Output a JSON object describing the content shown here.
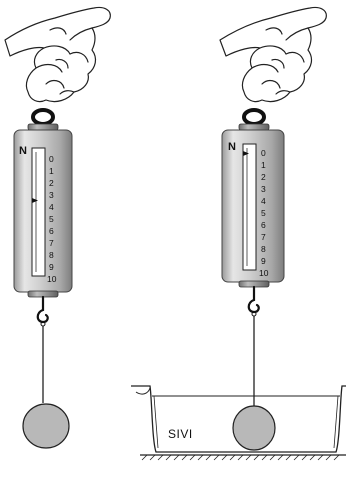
{
  "left_setup": {
    "unit_label": "N",
    "ticks": [
      "0",
      "1",
      "2",
      "3",
      "4",
      "5",
      "6",
      "7",
      "8",
      "9",
      "10"
    ],
    "pointer_reading": 4
  },
  "right_setup": {
    "unit_label": "N",
    "ticks": [
      "0",
      "1",
      "2",
      "3",
      "4",
      "5",
      "6",
      "7",
      "8",
      "9",
      "10"
    ],
    "liquid_label": "SIVI"
  }
}
